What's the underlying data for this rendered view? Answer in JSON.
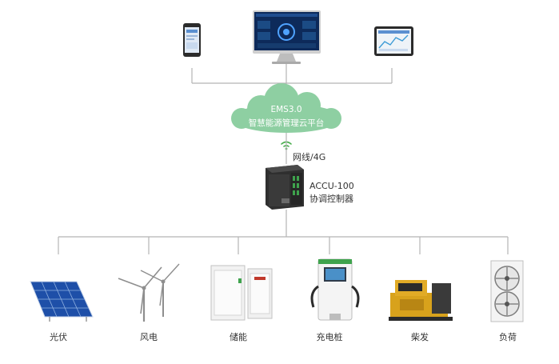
{
  "platform": {
    "title": "EMS3.0",
    "subtitle": "智慧能源管理云平台"
  },
  "link": {
    "label": "网线/4G"
  },
  "controller": {
    "model": "ACCU-100",
    "name": "协调控制器"
  },
  "clients": [
    {
      "type": "phone-icon"
    },
    {
      "type": "desktop-monitor-icon"
    },
    {
      "type": "tablet-icon"
    }
  ],
  "devices": [
    {
      "label": "光伏",
      "icon": "solar-panel-icon"
    },
    {
      "label": "风电",
      "icon": "wind-turbine-icon"
    },
    {
      "label": "储能",
      "icon": "energy-storage-cabinet-icon"
    },
    {
      "label": "充电桩",
      "icon": "ev-charger-icon"
    },
    {
      "label": "柴发",
      "icon": "diesel-generator-icon"
    },
    {
      "label": "负荷",
      "icon": "hvac-load-icon"
    }
  ],
  "colors": {
    "cloud": "#8ecfa2",
    "line": "#b5b5b5",
    "signal": "#4caf50",
    "controller": "#3a3a3a",
    "controller_accent": "#3fa34d"
  }
}
